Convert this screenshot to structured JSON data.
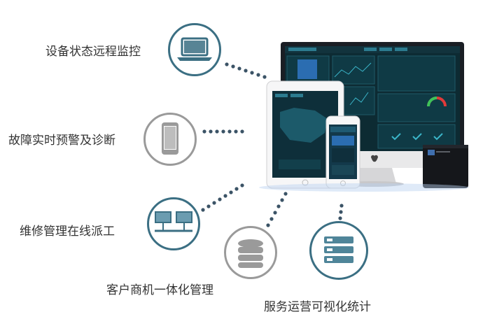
{
  "features": [
    {
      "label": "设备状态远程监控",
      "icon": "laptop-icon",
      "color": "#3b6f83"
    },
    {
      "label": "故障实时预警及诊断",
      "icon": "smartphone-icon",
      "color": "#9a9a9a"
    },
    {
      "label": "维修管理在线派工",
      "icon": "network-icon",
      "color": "#3b6f83"
    },
    {
      "label": "客户商机一体化管理",
      "icon": "database-icon",
      "color": "#9a9a9a"
    },
    {
      "label": "服务运营可视化统计",
      "icon": "server-icon",
      "color": "#3b6f83"
    }
  ],
  "colors": {
    "accent": "#3b6f83",
    "gray": "#9a9a9a",
    "dots": "#3b5366"
  }
}
